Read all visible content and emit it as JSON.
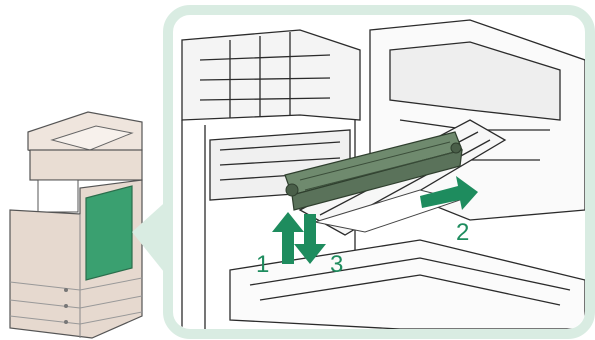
{
  "figure": {
    "steps": [
      {
        "number": "1"
      },
      {
        "number": "2"
      },
      {
        "number": "3"
      }
    ],
    "colors": {
      "accent_green": "#1e8c5e",
      "panel_green": "#3aa070",
      "frame_mint": "#d9ece2",
      "printer_body": "#e6d9cf",
      "line_art": "#2b2b2b"
    }
  }
}
